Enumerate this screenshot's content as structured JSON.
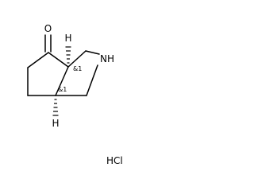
{
  "molecule": {
    "atoms": {
      "oxygen": "O",
      "nitrogen_hydrogen": "NH",
      "hydrogen_top": "H",
      "hydrogen_bottom": "H"
    },
    "stereo_marks": {
      "top": "&1",
      "bottom": "&1"
    },
    "salt": "HCl"
  }
}
